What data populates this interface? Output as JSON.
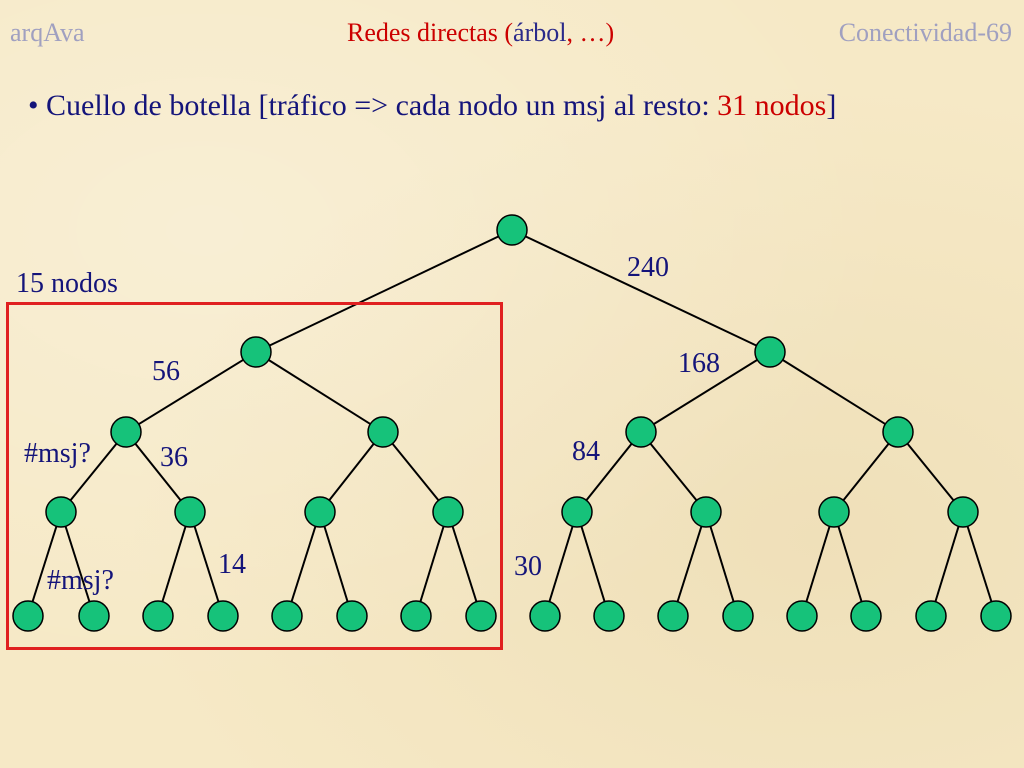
{
  "header": {
    "left": "arqAva",
    "center_parts": [
      "Redes directas (",
      "árbol",
      ", …)"
    ],
    "right": "Conectividad-69"
  },
  "bullet": {
    "marker": "•",
    "text": "Cuello de botella [tráfico => cada nodo un msj al resto: ",
    "highlight": "31 nodos",
    "end": "]"
  },
  "labels": {
    "root_edge": "240",
    "subtree": "15 nodos",
    "level1_left": "56",
    "level1_right": "168",
    "msj_upper": "#msj?",
    "level2_left": "36",
    "level2_right": "84",
    "level3_left": "14",
    "level3_right": "30",
    "msj_lower": "#msj?"
  },
  "colors": {
    "node_fill": "#16c27a",
    "box": "#e02020",
    "accent_red": "#cc0000",
    "text": "#14147a"
  }
}
